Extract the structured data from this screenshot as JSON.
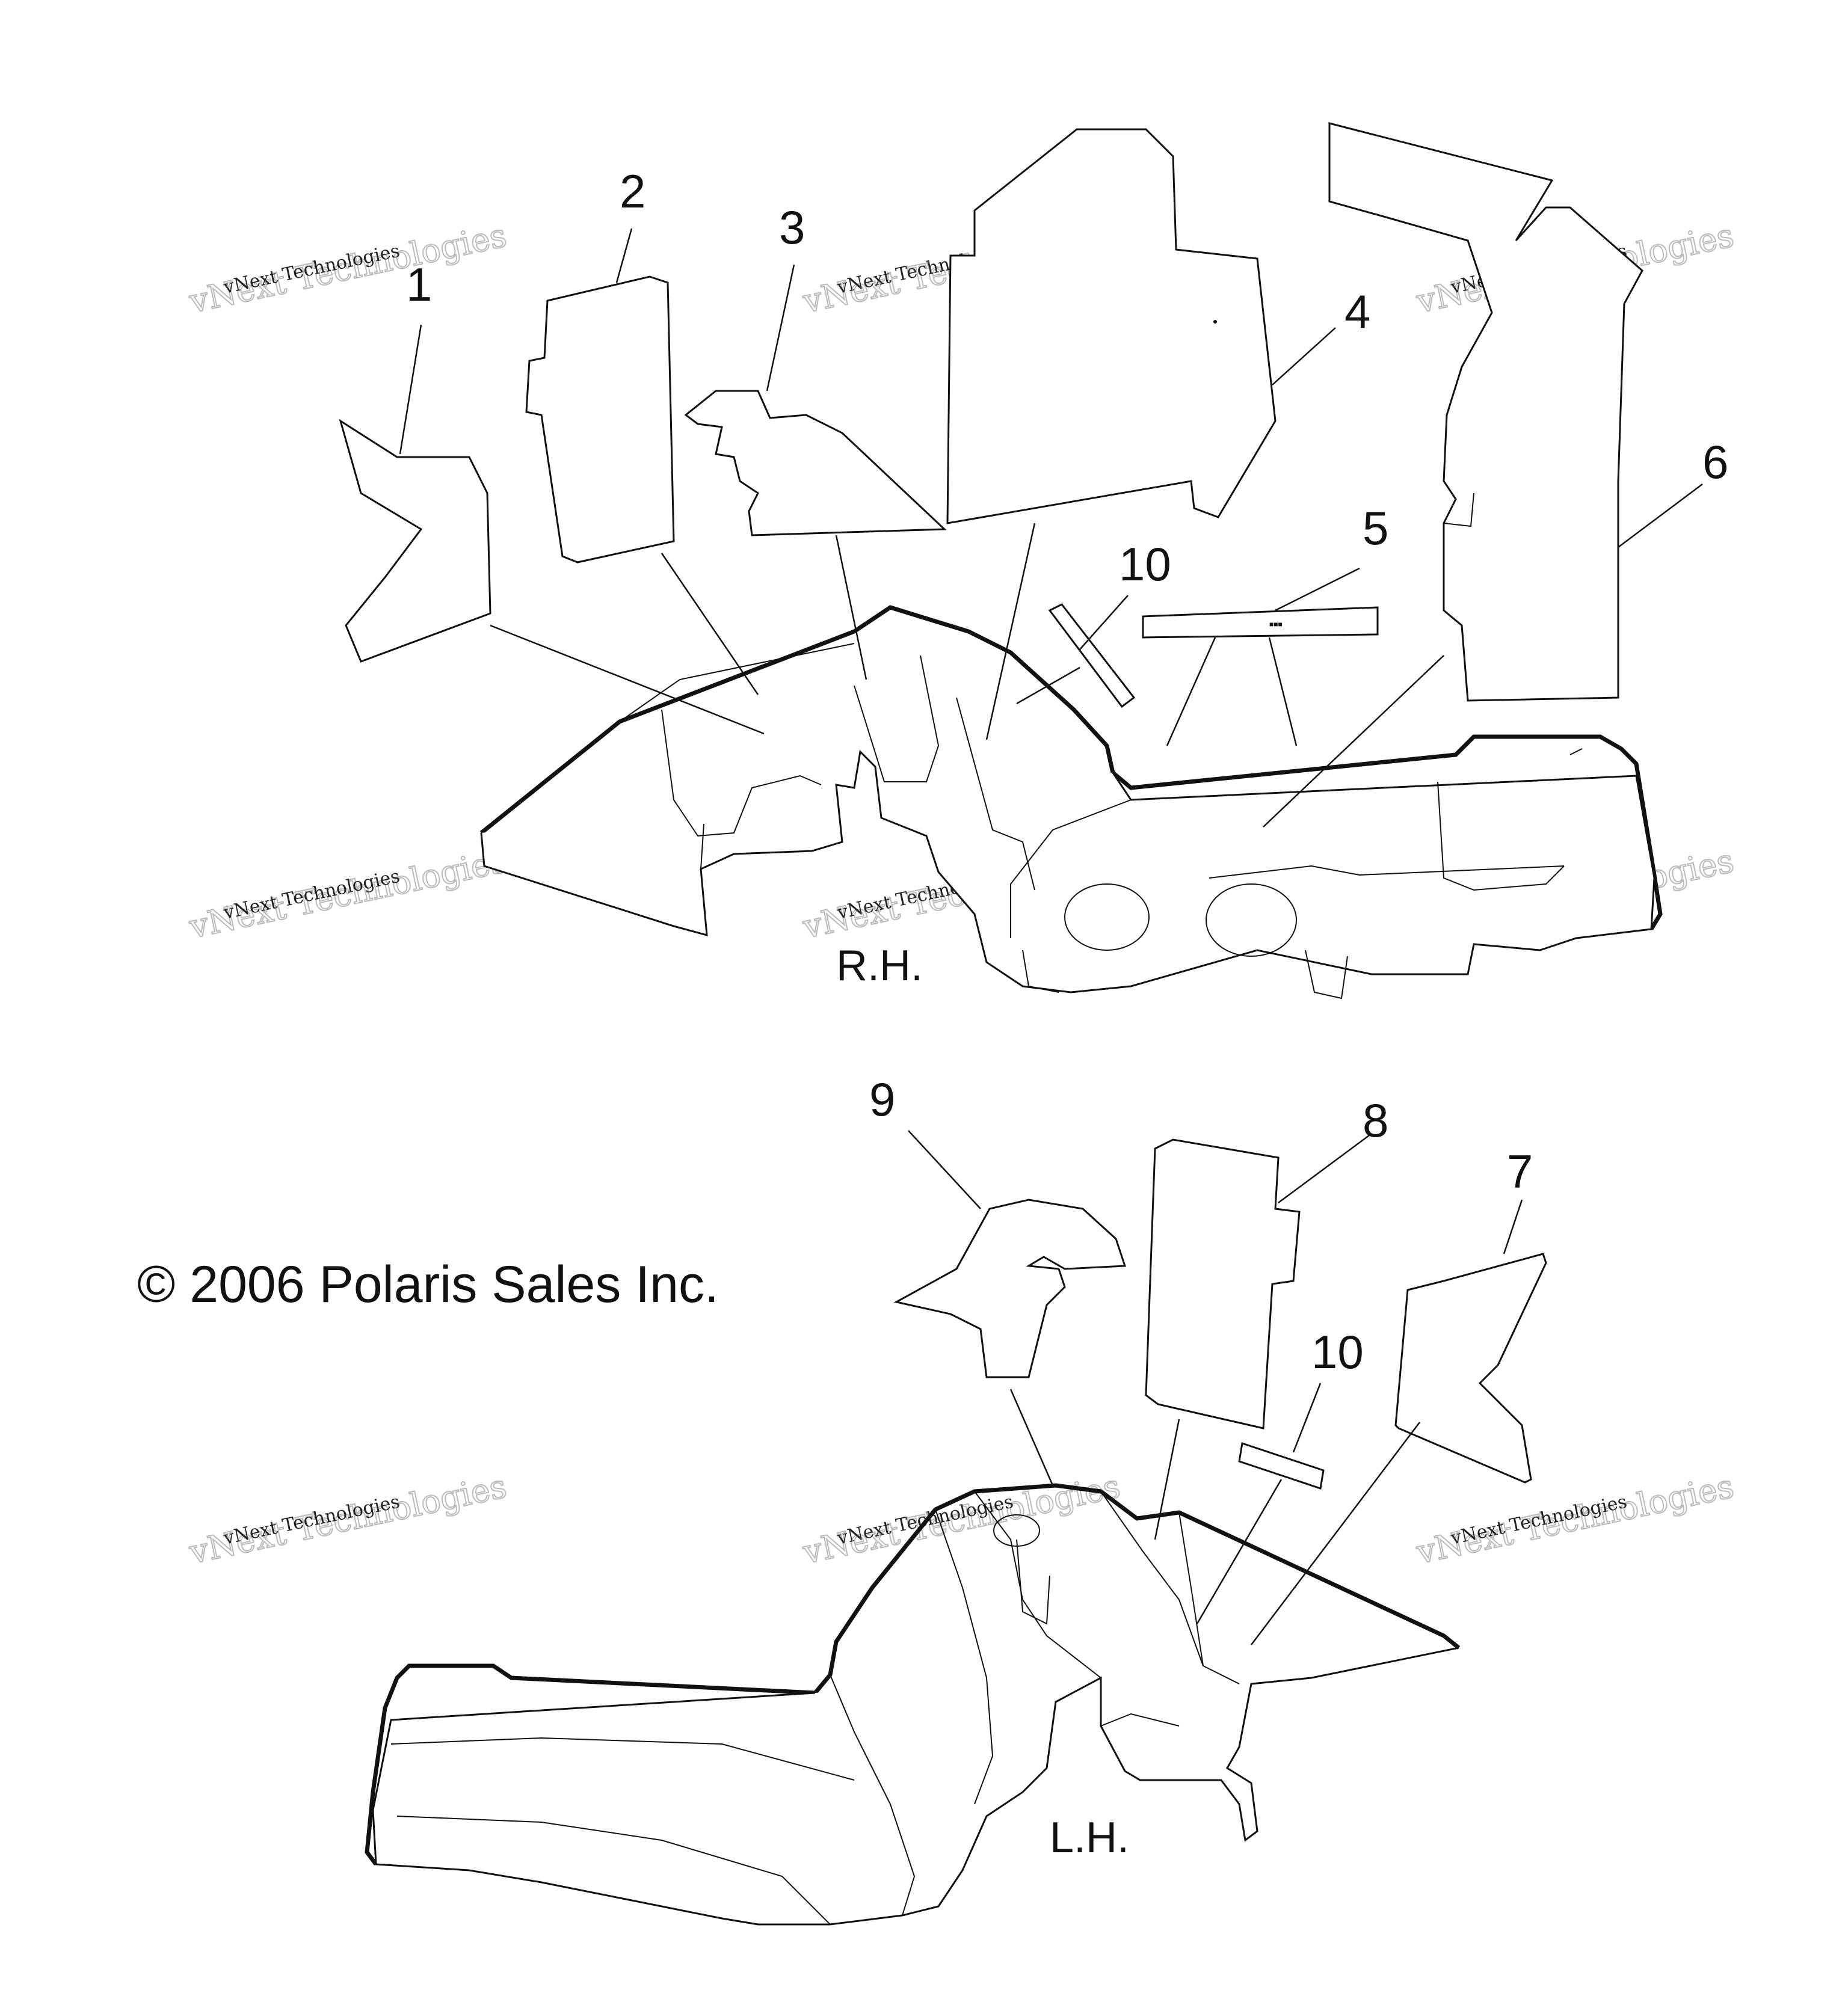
{
  "callouts": {
    "c1": "1",
    "c2": "2",
    "c3": "3",
    "c4": "4",
    "c5": "5",
    "c6": "6",
    "c7": "7",
    "c8": "8",
    "c9": "9",
    "c10a": "10",
    "c10b": "10"
  },
  "side_labels": {
    "rh": "R.H.",
    "lh": "L.H."
  },
  "copyright": "© 2006 Polaris Sales Inc.",
  "watermark": {
    "line1": "vNext Technologies",
    "line2": "vNext Technologies"
  }
}
